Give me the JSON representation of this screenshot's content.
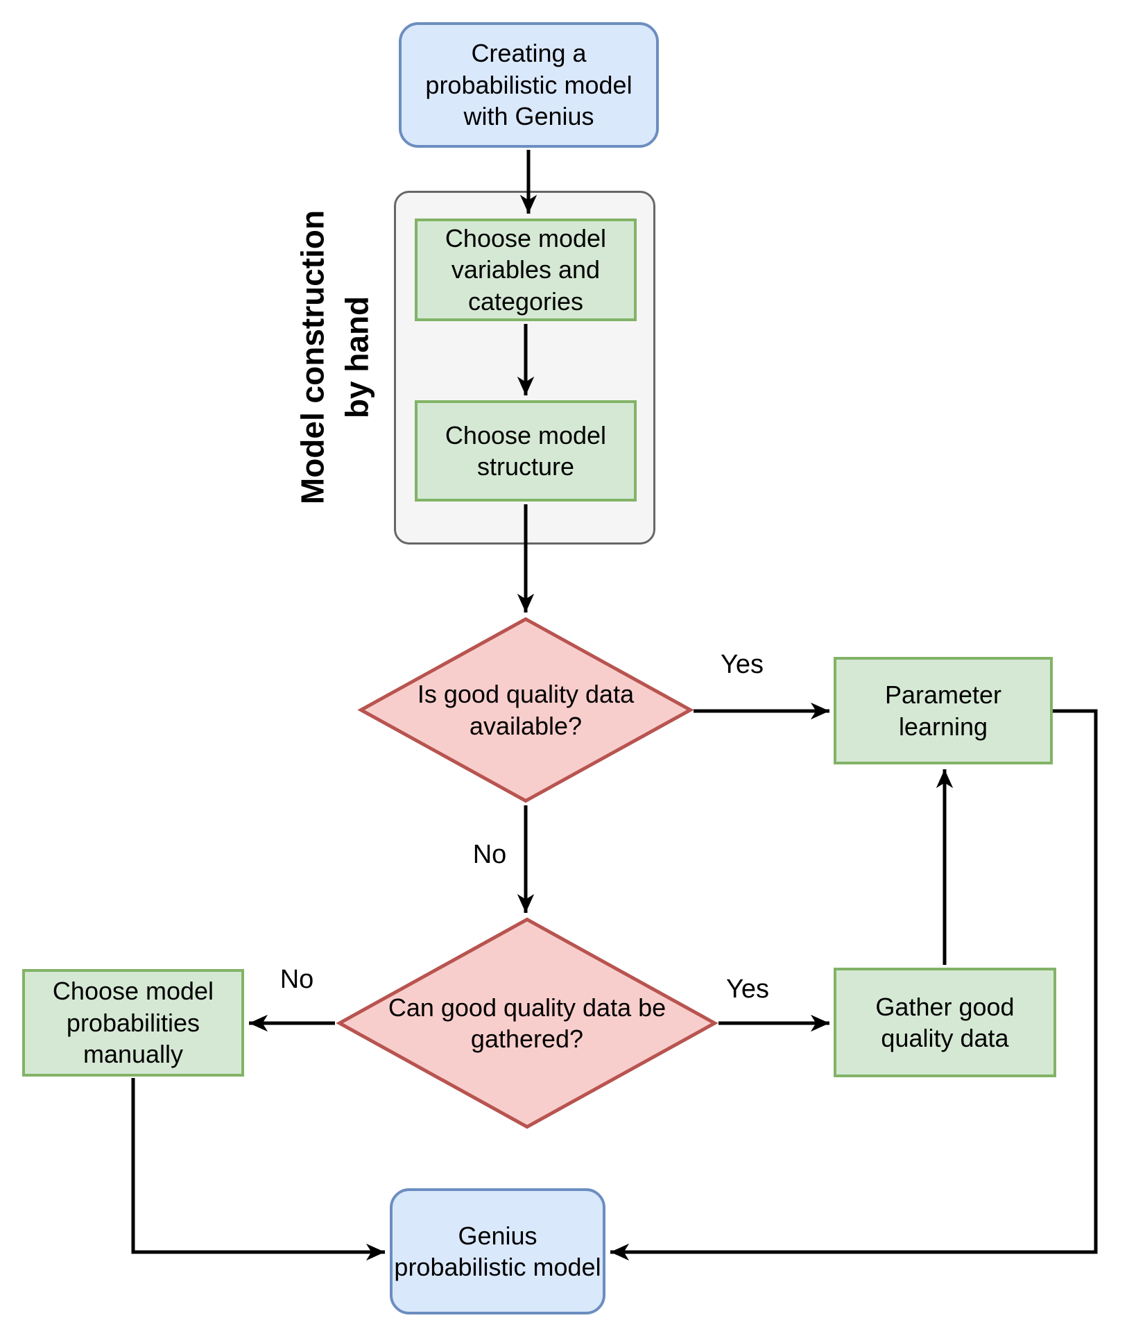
{
  "colors": {
    "start_end_fill": "#dae8fc",
    "start_end_stroke": "#6c8ebf",
    "process_fill": "#d5e8d4",
    "process_stroke": "#82b366",
    "decision_fill": "#f8cecc",
    "decision_stroke": "#b85450",
    "group_fill": "#f5f5f5",
    "group_stroke": "#666666",
    "edge_color": "#000000"
  },
  "group": {
    "label": "Model construction\nby hand"
  },
  "nodes": {
    "start": {
      "label": "Creating a\nprobabilistic model\nwith Genius"
    },
    "choose_variables": {
      "label": "Choose model\nvariables and\ncategories"
    },
    "choose_structure": {
      "label": "Choose model\nstructure"
    },
    "data_available": {
      "label": "Is good quality data\navailable?"
    },
    "parameter_learning": {
      "label": "Parameter\nlearning"
    },
    "data_gatherable": {
      "label": "Can good quality data be\ngathered?"
    },
    "choose_probabilities": {
      "label": "Choose model\nprobabilities\nmanually"
    },
    "gather_data": {
      "label": "Gather good\nquality data"
    },
    "end": {
      "label": "Genius\nprobabilistic model"
    }
  },
  "edge_labels": {
    "available_yes": "Yes",
    "available_no": "No",
    "gatherable_no": "No",
    "gatherable_yes": "Yes"
  }
}
